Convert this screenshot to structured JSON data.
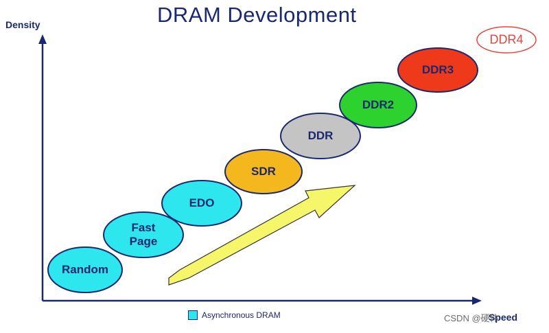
{
  "title": "DRAM Development",
  "axes": {
    "y_label": "Density",
    "x_label": "Speed"
  },
  "legend": {
    "label": "Asynchronous DRAM",
    "swatch_color": "#2ee6ee"
  },
  "nodes": [
    {
      "label": "Random",
      "color": "#2ee6ee"
    },
    {
      "label": "Fast\nPage",
      "color": "#2ee6ee"
    },
    {
      "label": "EDO",
      "color": "#2ee6ee"
    },
    {
      "label": "SDR",
      "color": "#f4b81e"
    },
    {
      "label": "DDR",
      "color": "#c4c4c4"
    },
    {
      "label": "DDR2",
      "color": "#2ed22e"
    },
    {
      "label": "DDR3",
      "color": "#ee3a1a"
    },
    {
      "label": "DDR4",
      "color": "#ffffff",
      "outline": "#e8453c"
    }
  ],
  "arrow_color": "#f6f66a",
  "watermark": "CSDN @硬件"
}
